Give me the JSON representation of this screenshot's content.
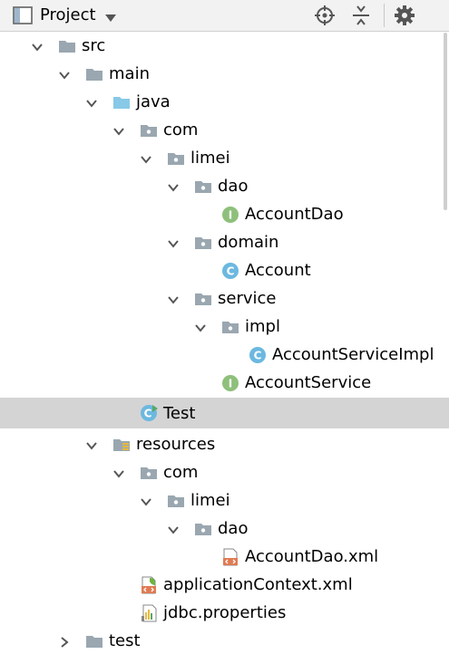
{
  "toolbar": {
    "title": "Project",
    "view_icon": "project-view-icon",
    "buttons": [
      "locate-crosshair-icon",
      "collapse-all-icon",
      "gear-icon"
    ]
  },
  "tree": {
    "src": "src",
    "main": "main",
    "java": "java",
    "com": "com",
    "limei": "limei",
    "dao": "dao",
    "account_dao": "AccountDao",
    "domain": "domain",
    "account": "Account",
    "service": "service",
    "impl": "impl",
    "account_service_impl": "AccountServiceImpl",
    "account_service": "AccountService",
    "test_class": "Test",
    "resources": "resources",
    "res_com": "com",
    "res_limei": "limei",
    "res_dao": "dao",
    "account_dao_xml": "AccountDao.xml",
    "application_context_xml": "applicationContext.xml",
    "jdbc_properties": "jdbc.properties",
    "test_folder": "test"
  },
  "colors": {
    "folder": "#9aa7b0",
    "source_folder": "#87c9e6",
    "interface_badge": "#8ec07c",
    "class_badge": "#6cb8e0",
    "selection": "#d4d4d4"
  }
}
